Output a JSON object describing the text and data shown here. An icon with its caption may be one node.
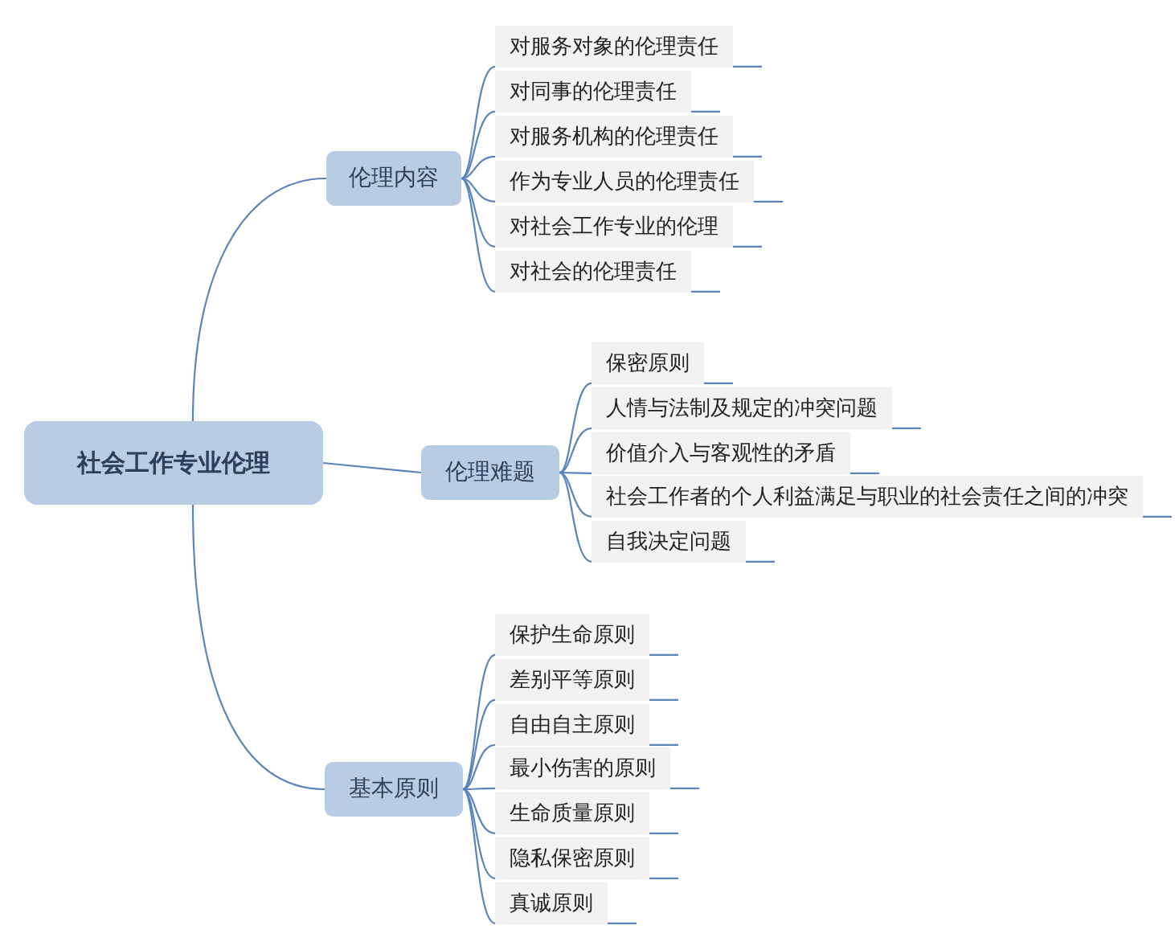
{
  "diagram": {
    "nodes": [
      {
        "text": [
          "社会工作专业伦理"
        ]
      },
      {
        "text": [
          "伦理内容"
        ]
      },
      {
        "text": [
          "对服务对象的伦理责任"
        ]
      },
      {
        "text": [
          "对同事的伦理责任"
        ]
      },
      {
        "text": [
          "对服务机构的伦理责任"
        ]
      },
      {
        "text": [
          "作为专业人员的伦理责任"
        ]
      },
      {
        "text": [
          "对社会工作专业的伦理"
        ]
      },
      {
        "text": [
          "对社会的伦理责任"
        ]
      },
      {
        "text": [
          "伦理难题"
        ]
      },
      {
        "text": [
          "保密原则"
        ]
      },
      {
        "text": [
          "人情与法制及规定的冲突问题"
        ]
      },
      {
        "text": [
          "价值介入与客观性的矛盾"
        ]
      },
      {
        "text": [
          "社会工作者的个人利益满足与职业的社会责任之间的冲突"
        ]
      },
      {
        "text": [
          "自我决定问题"
        ]
      },
      {
        "text": [
          "基本原则"
        ]
      },
      {
        "text": [
          "保护生命原则"
        ]
      },
      {
        "text": [
          "差别平等原则"
        ]
      },
      {
        "text": [
          "自由自主原则"
        ]
      },
      {
        "text": [
          "最小伤害的原则"
        ]
      },
      {
        "text": [
          "生命质量原则"
        ]
      },
      {
        "text": [
          "隐私保密原则"
        ]
      },
      {
        "text": [
          "真诚原则"
        ]
      }
    ],
    "edges": [
      {
        "from": 0,
        "to": 1,
        "arrow": "none"
      },
      {
        "from": 1,
        "to": 2,
        "arrow": "none"
      },
      {
        "from": 1,
        "to": 3,
        "arrow": "none"
      },
      {
        "from": 1,
        "to": 4,
        "arrow": "none"
      },
      {
        "from": 1,
        "to": 5,
        "arrow": "none"
      },
      {
        "from": 1,
        "to": 6,
        "arrow": "none"
      },
      {
        "from": 1,
        "to": 7,
        "arrow": "none"
      },
      {
        "from": 0,
        "to": 8,
        "arrow": "none"
      },
      {
        "from": 8,
        "to": 9,
        "arrow": "none"
      },
      {
        "from": 8,
        "to": 10,
        "arrow": "none"
      },
      {
        "from": 8,
        "to": 11,
        "arrow": "none"
      },
      {
        "from": 8,
        "to": 12,
        "arrow": "none"
      },
      {
        "from": 8,
        "to": 13,
        "arrow": "none"
      },
      {
        "from": 0,
        "to": 14,
        "arrow": "none"
      },
      {
        "from": 14,
        "to": 15,
        "arrow": "none"
      },
      {
        "from": 14,
        "to": 16,
        "arrow": "none"
      },
      {
        "from": 14,
        "to": 17,
        "arrow": "none"
      },
      {
        "from": 14,
        "to": 18,
        "arrow": "none"
      },
      {
        "from": 14,
        "to": 19,
        "arrow": "none"
      },
      {
        "from": 14,
        "to": 20,
        "arrow": "none"
      },
      {
        "from": 14,
        "to": 21,
        "arrow": "none"
      }
    ]
  }
}
